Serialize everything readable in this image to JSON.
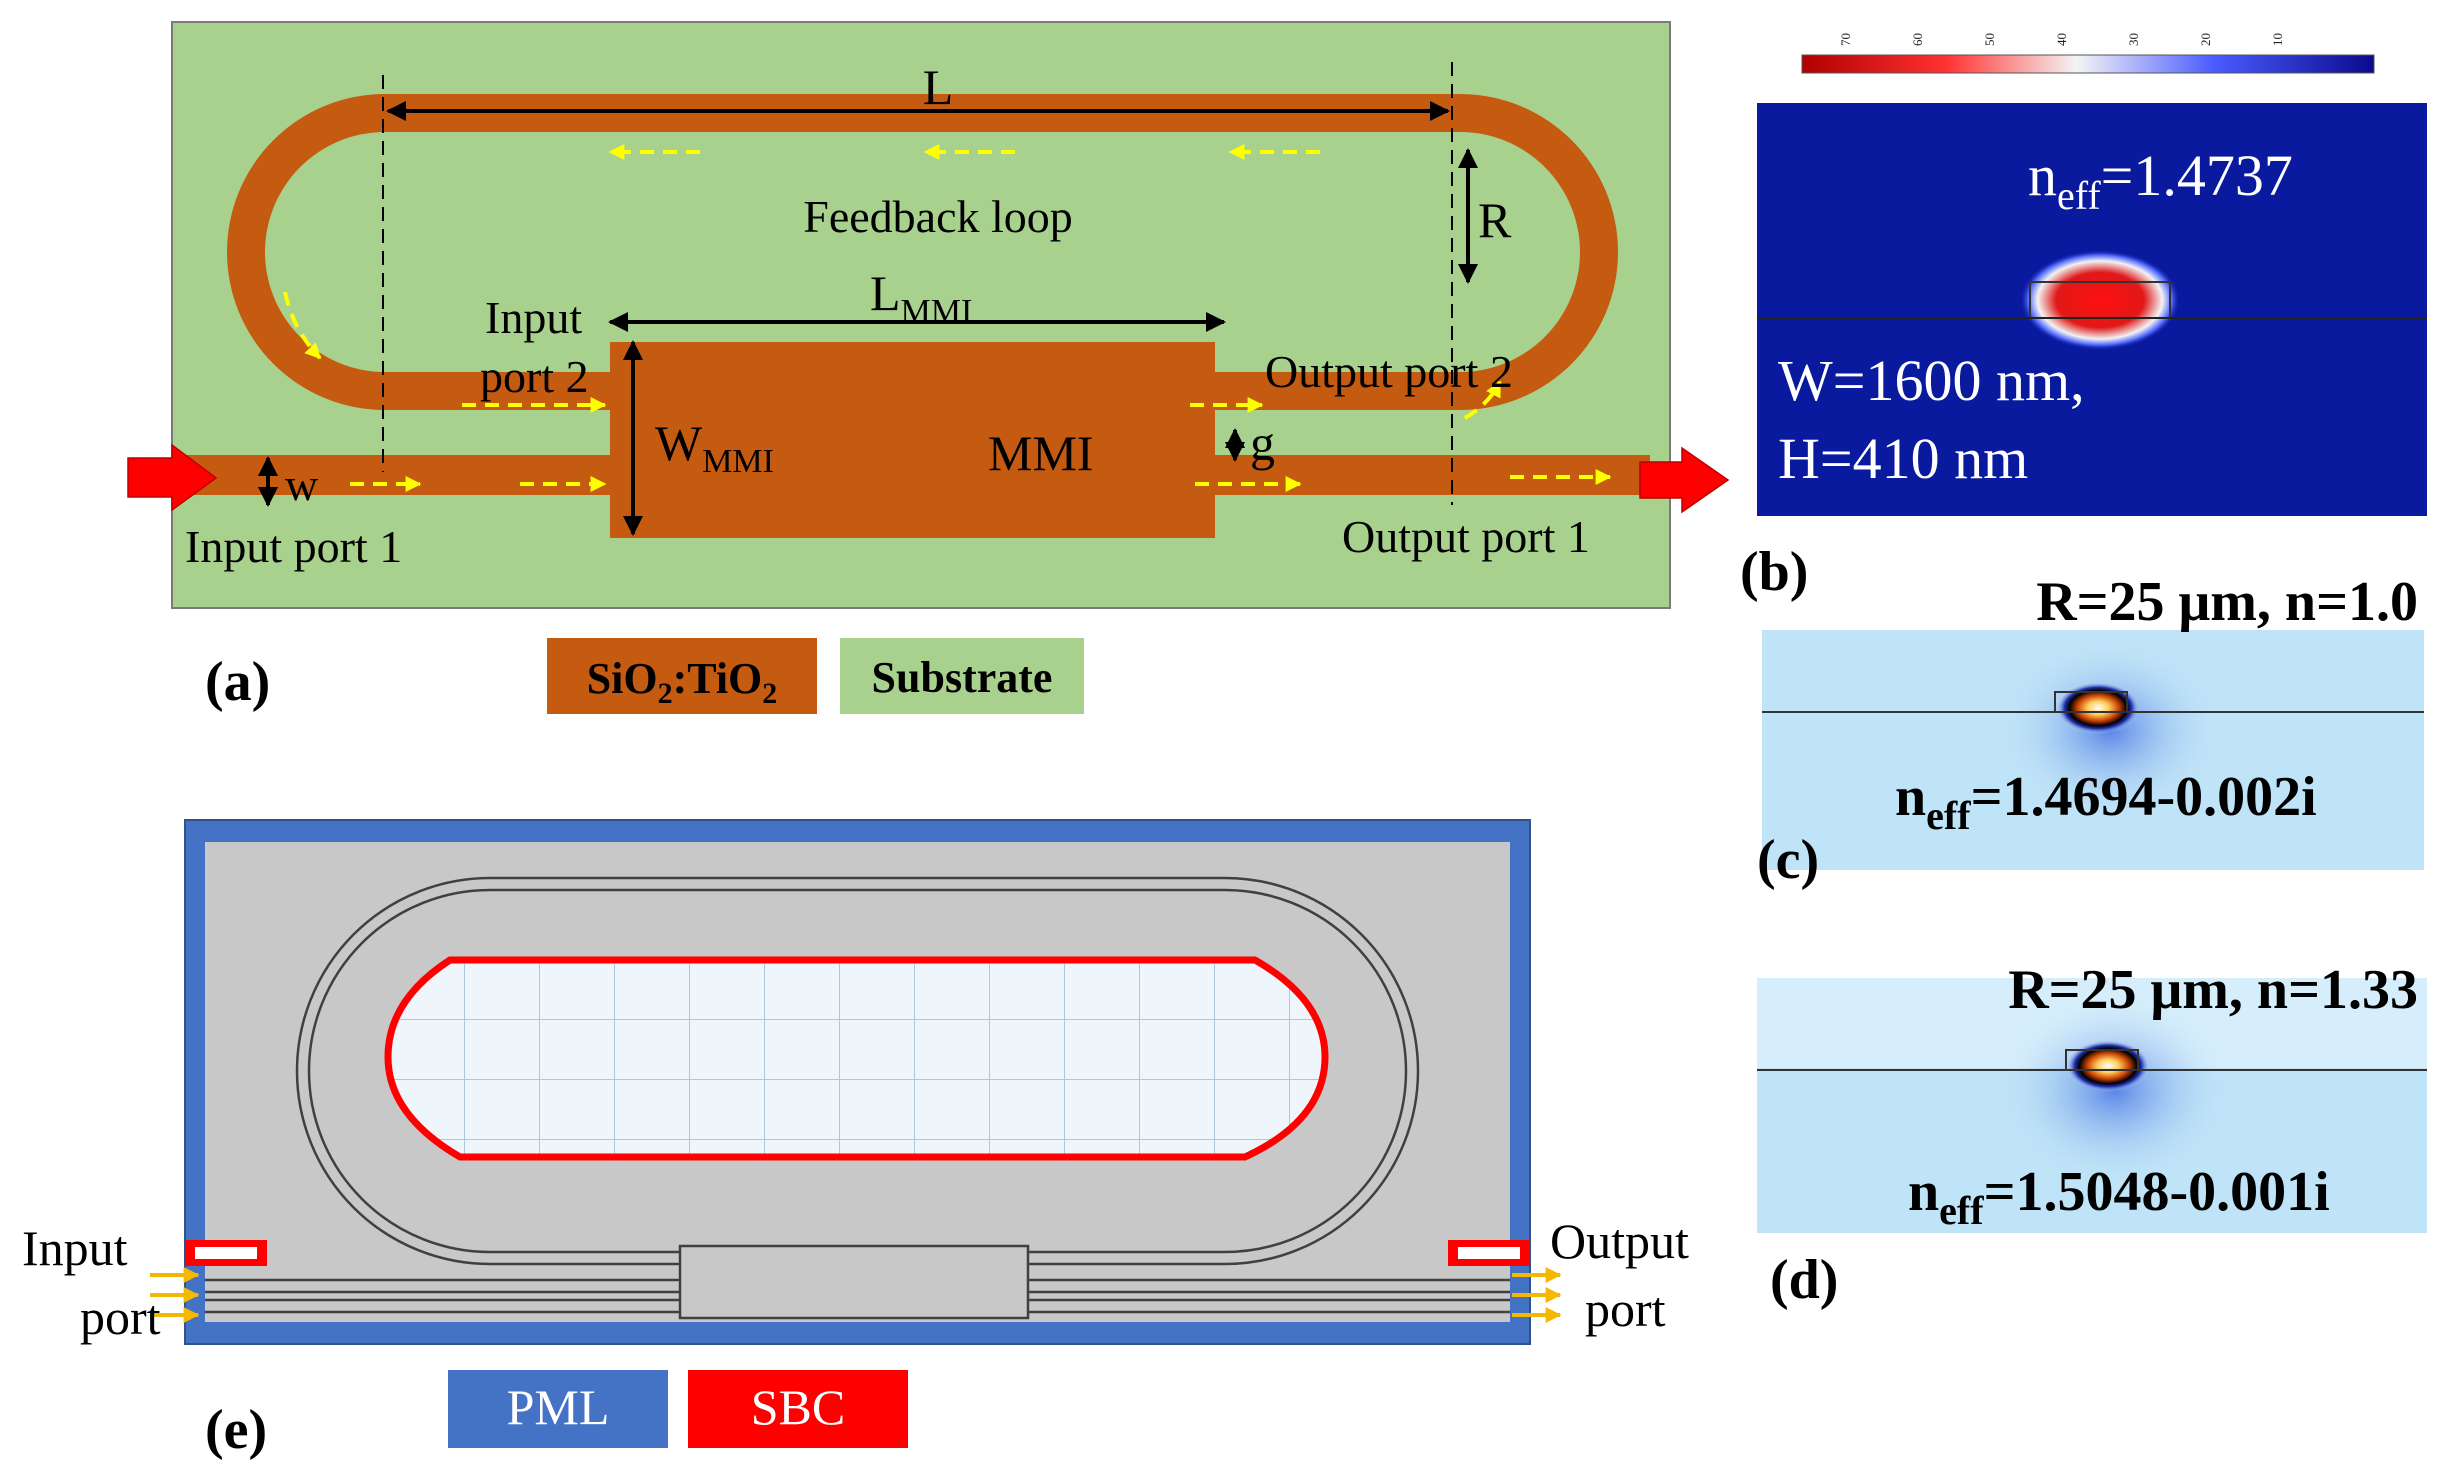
{
  "colors": {
    "substrate": "#a9d18e",
    "waveguide": "#c55a11",
    "arrow_red": "#ff0000",
    "flow_arrow": "#ffff00",
    "pml": "#4472c4",
    "sbc": "#ff0000",
    "domain_gray": "#c8c8c8",
    "mode_bg_b": "#0a1a9e",
    "mode_bg_cd": "#bfe3f7"
  },
  "panel_a": {
    "panel_label": "(a)",
    "L": "L",
    "R": "R",
    "feedback_loop": "Feedback loop",
    "L_mmi_base": "L",
    "L_mmi_sub": "MMI",
    "W_mmi_base": "W",
    "W_mmi_sub": "MMI",
    "mmi": "MMI",
    "input_port_2_line1": "Input",
    "input_port_2_line2": "port 2",
    "output_port_2": "Output port 2",
    "gap": "g",
    "width": "w",
    "input_port_1": "Input port 1",
    "output_port_1": "Output port 1",
    "legend_core_a": "SiO",
    "legend_core_b": "2",
    "legend_core_c": ":TiO",
    "legend_core_d": "2",
    "legend_substrate": "Substrate"
  },
  "panel_b": {
    "panel_label": "(b)",
    "neff_base": "n",
    "neff_sub": "eff",
    "neff_value": "=1.4737",
    "dims_line1": "W=1600 nm,",
    "dims_line2": "H=410 nm",
    "colorbar_ticks": [
      "70",
      "60",
      "50",
      "40",
      "30",
      "20",
      "10"
    ]
  },
  "panel_c": {
    "panel_label": "(c)",
    "title": "R=25 μm, n=1.0",
    "neff_base": "n",
    "neff_sub": "eff",
    "neff_value": "=1.4694-0.002i"
  },
  "panel_d": {
    "panel_label": "(d)",
    "title": "R=25 μm, n=1.33",
    "neff_base": "n",
    "neff_sub": "eff",
    "neff_value": "=1.5048-0.001i"
  },
  "panel_e": {
    "panel_label": "(e)",
    "input_line1": "Input",
    "input_line2": "port",
    "output_line1": "Output",
    "output_line2": "port",
    "legend_pml": "PML",
    "legend_sbc": "SBC"
  }
}
